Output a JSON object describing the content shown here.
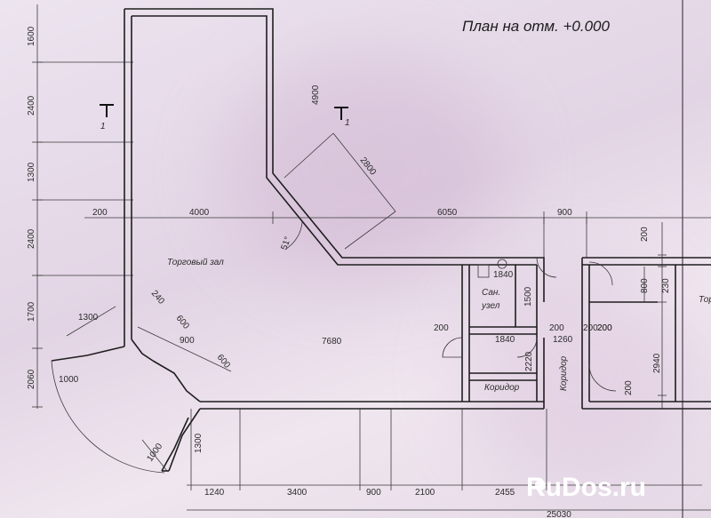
{
  "title": "План на отм. +0.000",
  "rooms": {
    "trade_hall": "Торговый зал",
    "bathroom_line1": "Сан.",
    "bathroom_line2": "узел",
    "corridor_small": "Коридор",
    "corridor_vertical": "Коридор",
    "right_edge_partial": "Тор"
  },
  "section_marks": {
    "left": "1",
    "right": "1"
  },
  "angle": "51°",
  "dims": {
    "left_v": [
      "1600",
      "2400",
      "1300",
      "2400",
      "1700",
      "2060"
    ],
    "top_h": [
      "200",
      "4000",
      "6050",
      "900"
    ],
    "right_v": [
      "200",
      "800",
      "230",
      "200",
      "200",
      "2940",
      "200"
    ],
    "diag_2800": "2800",
    "diag_4900": "4900",
    "door_1840_top": "1840",
    "door_1500": "1500",
    "bath_200": "200",
    "bath_1840": "1840",
    "bath_200b": "200",
    "bath_1260": "1260",
    "bath_2220": "2220",
    "bay_1300": "1300",
    "bay_240": "240",
    "bay_600a": "600",
    "bay_900": "900",
    "bay_600b": "600",
    "bay_1000": "1000",
    "bay_1300b": "1300",
    "bay_1000b": "1000",
    "mid_7680": "7680",
    "right_200": "200",
    "bottom_h": [
      "1240",
      "3400",
      "900",
      "2100",
      "2455"
    ],
    "total": "25030"
  },
  "watermark": "RuDos.ru"
}
